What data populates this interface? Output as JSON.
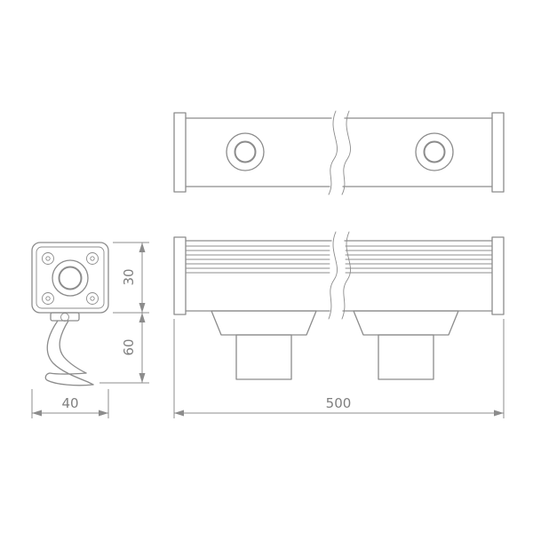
{
  "dimensions": {
    "profile_height": "30",
    "bracket_height": "60",
    "body_width": "40",
    "body_length": "500"
  },
  "colors": {
    "line": "#8c8c8c",
    "text": "#7f7f7f",
    "background": "#ffffff"
  }
}
